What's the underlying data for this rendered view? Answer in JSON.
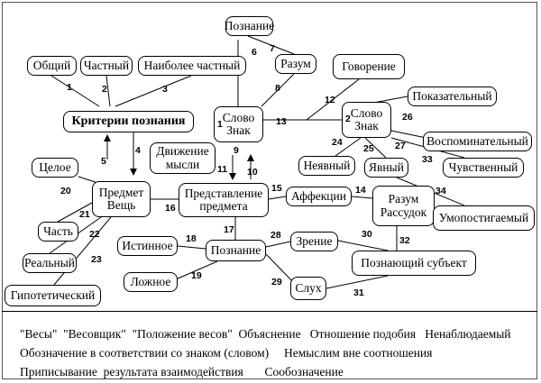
{
  "nodes": {
    "poznanie_top": "Познание",
    "obshchiy": "Общий",
    "chastnyy": "Частный",
    "naibolee": "Наиболее частный",
    "razum": "Разум",
    "govorenie": "Говорение",
    "kriterii": "Критерии познания",
    "slovo_znak_1": "Слово\nЗнак",
    "slovo_znak_2": "Слово\nЗнак",
    "pokazatelnyy": "Показательный",
    "vospominatelnyy": "Воспоминательный",
    "dvizhenie": "Движение\nмысли",
    "neyavnyy": "Неявный",
    "yavnyy": "Явный",
    "chuvstvennyy": "Чувственный",
    "tseloe": "Целое",
    "predmet": "Предмет\nВещь",
    "predstavlenie": "Представление\nпредмета",
    "affektsii": "Аффекции",
    "razum_rassudok": "Разум\nРассудок",
    "umopostigaemyy": "Умопостигаемый",
    "chast": "Часть",
    "istinnoe": "Истинное",
    "poznanie_mid": "Познание",
    "zrenie": "Зрение",
    "poznayushchiy": "Познающий субъект",
    "realnyy": "Реальный",
    "lozhnoe": "Ложное",
    "slukh": "Слух",
    "gipoteticheskiy": "Гипотетический"
  },
  "node_marks": {
    "slovo_znak_1": "1",
    "slovo_znak_2": "2"
  },
  "edge_numbers": [
    "1",
    "2",
    "3",
    "4",
    "5",
    "6",
    "7",
    "8",
    "9",
    "10",
    "11",
    "12",
    "13",
    "14",
    "15",
    "16",
    "17",
    "18",
    "19",
    "20",
    "21",
    "22",
    "23",
    "24",
    "25",
    "26",
    "27",
    "28",
    "29",
    "30",
    "31",
    "32",
    "33",
    "34"
  ],
  "footer": {
    "line1": "\"Весы\"  \"Весовщик\"  \"Положение весов\"  Объяснение   Отношение подобия   Ненаблюдаемый",
    "line2": "Обозначение в соответствии со знаком (словом)     Немыслим вне соотношения",
    "line3": "Приписывание  результата взаимодействия       Сообозначение"
  }
}
